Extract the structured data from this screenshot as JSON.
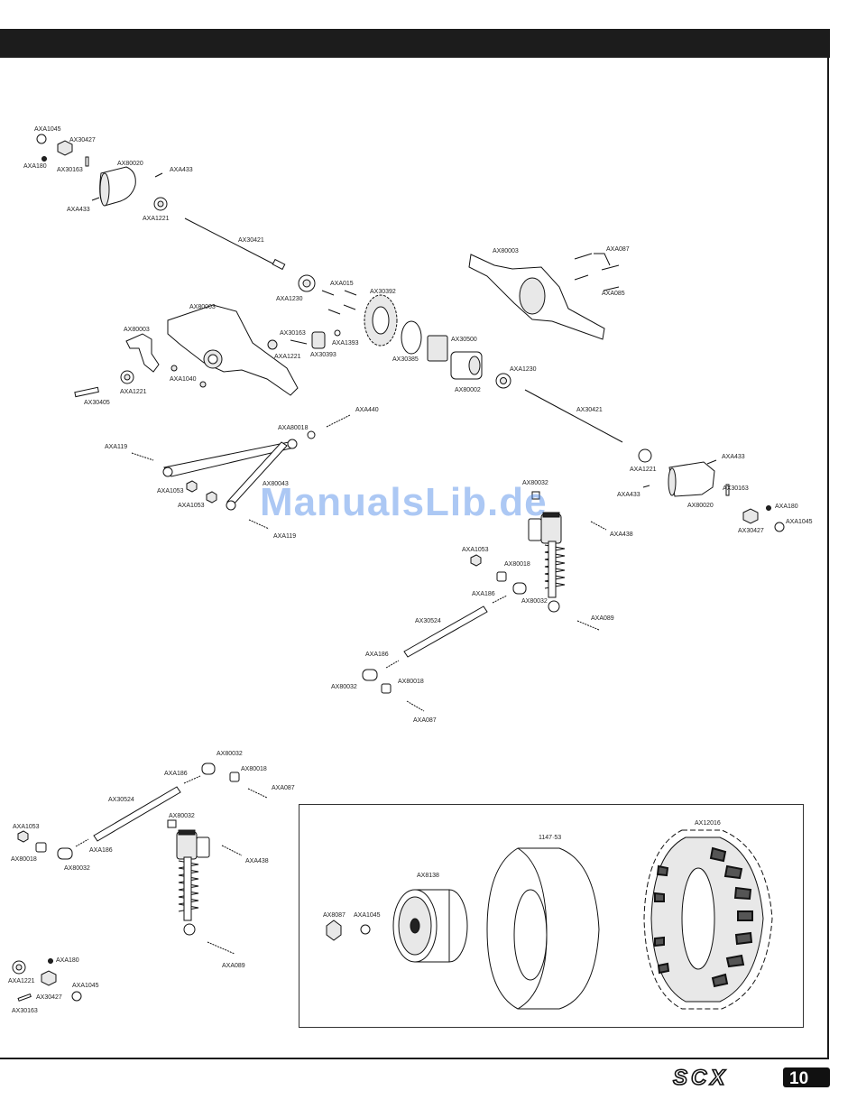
{
  "labels": {
    "AXA1045": "AXA1045",
    "AX30427": "AX30427",
    "AXA180": "AXA180",
    "AX30163": "AX30163",
    "AX80020": "AX80020",
    "AXA433": "AXA433",
    "AXA1221": "AXA1221",
    "AX30421": "AX30421",
    "AXA1230": "AXA1230",
    "AXA015": "AXA015",
    "AX30392": "AX30392",
    "AX80003": "AX80003",
    "AXA087": "AXA087",
    "AXA085": "AXA085",
    "AX30393": "AX30393",
    "AXA1393": "AXA1393",
    "AX30500": "AX30500",
    "AX30385": "AX30385",
    "AX80002": "AX80002",
    "AXA1040": "AXA1040",
    "AX30405": "AX30405",
    "AXA440": "AXA440",
    "AXA80018": "AXA80018",
    "AXA119": "AXA119",
    "AX80043": "AX80043",
    "AXA1053": "AXA1053",
    "AX80032": "AX80032",
    "AXA438": "AXA438",
    "AX80018": "AX80018",
    "AXA186": "AXA186",
    "AXA089": "AXA089",
    "AX30524": "AX30524",
    "AX12016": "AX12016",
    "P114753": "1147·53",
    "AX8138": "AX8138",
    "AX8087": "AX8087"
  },
  "watermark": "ManualsLib.de",
  "logo": {
    "brand": "SCX",
    "model": "10"
  }
}
